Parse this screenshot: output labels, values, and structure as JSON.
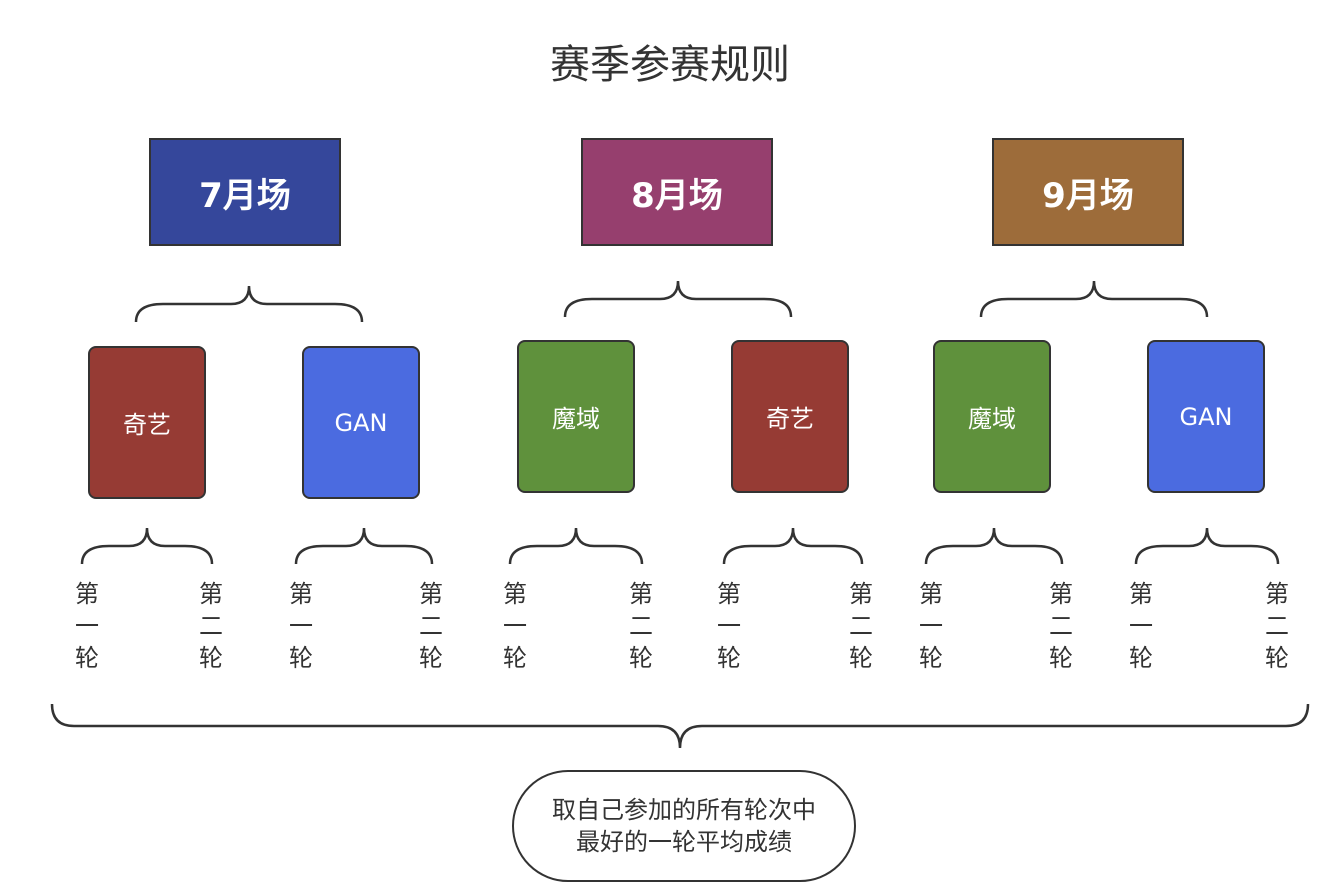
{
  "title": "赛季参赛规则",
  "months": [
    {
      "label": "7月场",
      "color": "#35479B",
      "teams": [
        {
          "name": "奇艺",
          "color": "#963B34"
        },
        {
          "name": "GAN",
          "color": "#4B6BE0"
        }
      ]
    },
    {
      "label": "8月场",
      "color": "#963F6E",
      "teams": [
        {
          "name": "魔域",
          "color": "#5F913C"
        },
        {
          "name": "奇艺",
          "color": "#963B34"
        }
      ]
    },
    {
      "label": "9月场",
      "color": "#9D6C3A",
      "teams": [
        {
          "name": "魔域",
          "color": "#5F913C"
        },
        {
          "name": "GAN",
          "color": "#4B6BE0"
        }
      ]
    }
  ],
  "rounds": {
    "first": [
      "第",
      "一",
      "轮"
    ],
    "second": [
      "第",
      "二",
      "轮"
    ]
  },
  "note": {
    "line1": "取自己参加的所有轮次中",
    "line2": "最好的一轮平均成绩"
  }
}
